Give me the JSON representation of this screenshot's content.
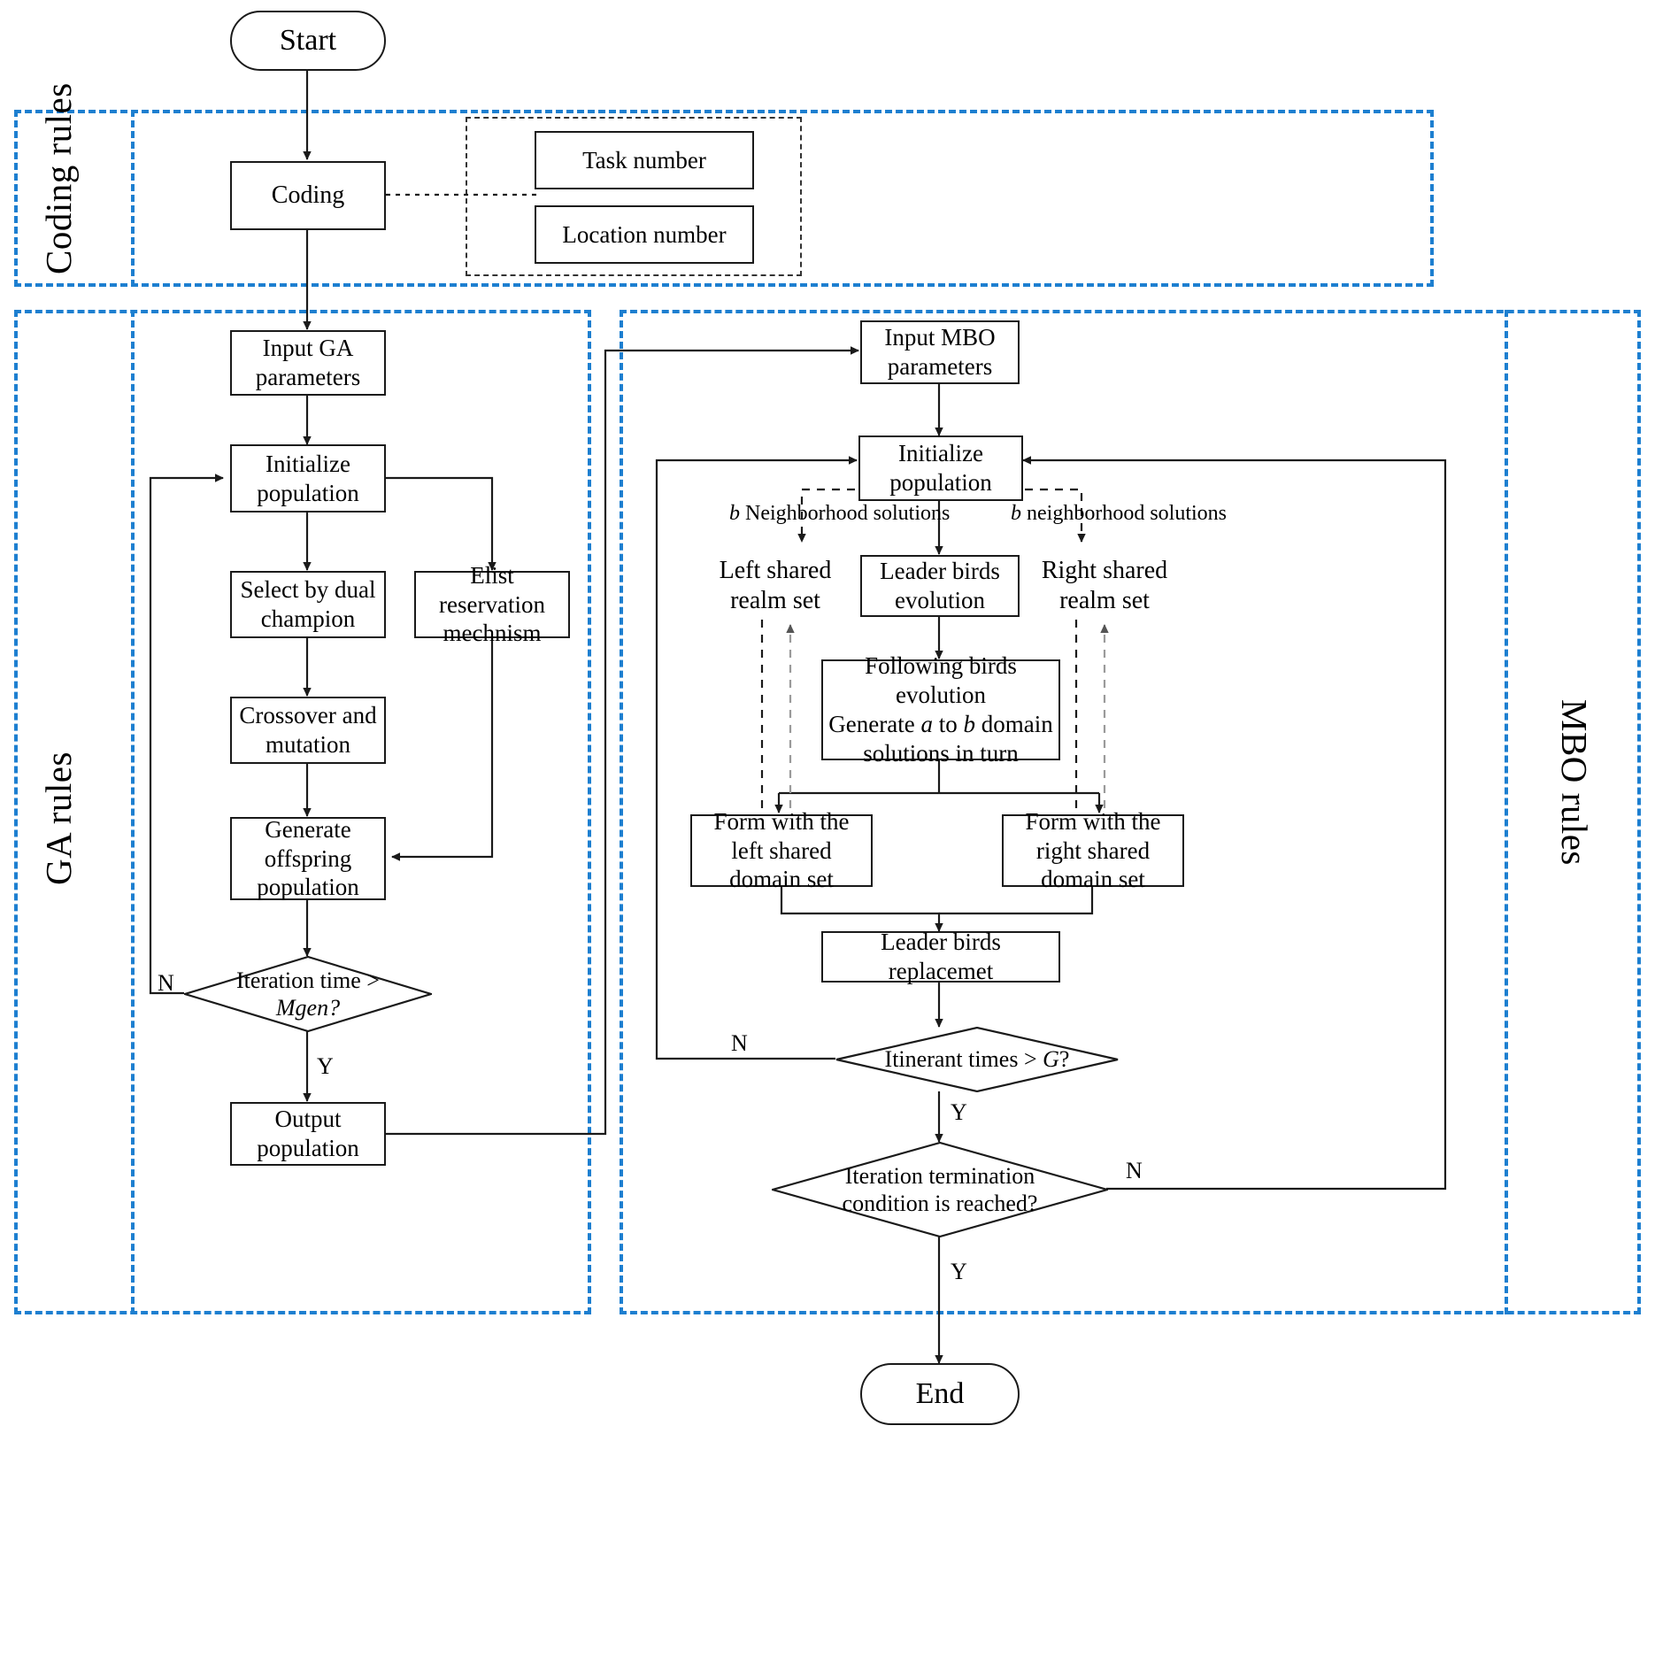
{
  "diagram": {
    "title": "GA-MBO hybrid algorithm flowchart",
    "accent_color": "#1d7fd0",
    "line_color": "#1a1a1a"
  },
  "regions": [
    {
      "id": "coding",
      "label": "Coding rules"
    },
    {
      "id": "ga",
      "label": "GA rules"
    },
    {
      "id": "mbo",
      "label": "MBO rules"
    }
  ],
  "nodes": {
    "start": "Start",
    "end": "End",
    "coding": "Coding",
    "task_number": "Task number",
    "location_number": "Location number",
    "input_ga": "Input GA parameters",
    "init_pop_ga": "Initialize population",
    "select_dual": "Select by dual champion",
    "elist": "Elist reservation mechnism",
    "crossover": "Crossover and mutation",
    "generate_offspring": "Generate offspring population",
    "output_pop": "Output population",
    "input_mbo": "Input MBO parameters",
    "init_pop_mbo": "Initialize population",
    "leader_evo": "Leader birds evolution",
    "left_shared": "Left shared realm set",
    "right_shared": "Right shared realm set",
    "following_l1": "Following birds evolution",
    "following_l2": "Generate a to b domain",
    "following_l3": "solutions in turn",
    "form_left": "Form with the left shared domain set",
    "form_right": "Form with the right shared domain set",
    "leader_replace": "Leader birds replacemet"
  },
  "decisions": {
    "iteration_mgen_l1": "Iteration time >",
    "iteration_mgen_l2": "Mgen?",
    "itinerant": "Itinerant times > G?",
    "termination_l1": "Iteration termination",
    "termination_l2": "condition is reached?"
  },
  "edge_labels": {
    "mgen_no": "N",
    "mgen_yes": "Y",
    "itinerant_no": "N",
    "itinerant_yes": "Y",
    "termination_no": "N",
    "termination_yes": "Y",
    "b_neighborhood_left": "b Neighborhood solutions",
    "b_neighborhood_right": "b neighborhood solutions"
  }
}
